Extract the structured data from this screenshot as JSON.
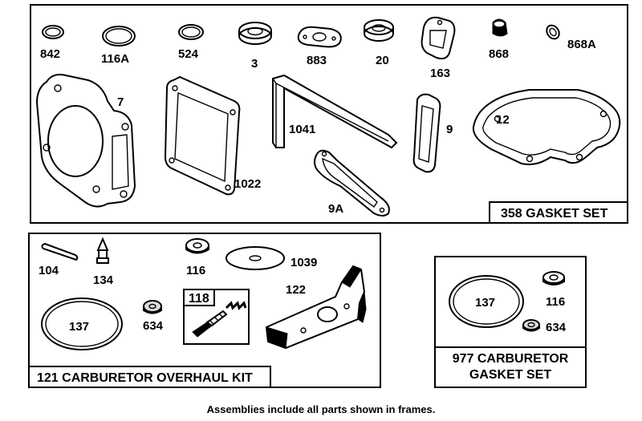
{
  "frames": {
    "gasket_set": "358 GASKET SET",
    "overhaul_kit": "121 CARBURETOR OVERHAUL KIT",
    "carb_gasket_set_line1": "977 CARBURETOR",
    "carb_gasket_set_line2": "GASKET SET",
    "sub_kit": "118"
  },
  "parts": {
    "p842": "842",
    "p116a": "116A",
    "p524": "524",
    "p3": "3",
    "p883": "883",
    "p20": "20",
    "p163": "163",
    "p868": "868",
    "p868a": "868A",
    "p7": "7",
    "p1022": "1022",
    "p1041": "1041",
    "p9": "9",
    "p12": "12",
    "p9a": "9A",
    "p104": "104",
    "p134": "134",
    "p116": "116",
    "p1039": "1039",
    "p122": "122",
    "p137": "137",
    "p634": "634",
    "c137": "137",
    "c116": "116",
    "c634": "634"
  },
  "footnote": "Assemblies include all parts shown in frames."
}
